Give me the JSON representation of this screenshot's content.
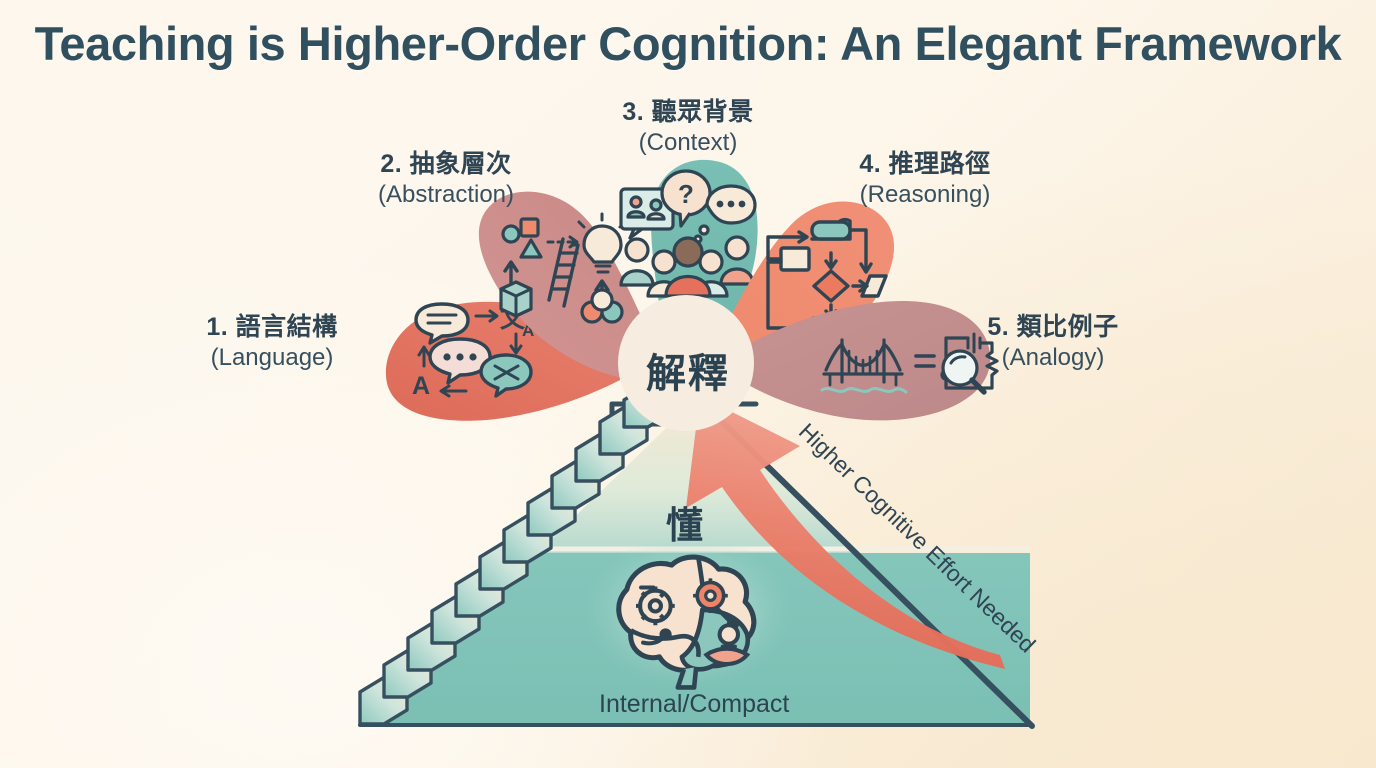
{
  "title": "Teaching is Higher-Order Cognition: An Elegant Framework",
  "center": {
    "label": "解釋"
  },
  "petals": [
    {
      "index": "1.",
      "cn": "語言結構",
      "en": "(Language)",
      "icon": "speech-bubbles-translate-icon",
      "color": "#e2705f"
    },
    {
      "index": "2.",
      "cn": "抽象層次",
      "en": "(Abstraction)",
      "icon": "shapes-ladder-lightbulb-icon",
      "color": "#cf8e8c"
    },
    {
      "index": "3.",
      "cn": "聽眾背景",
      "en": "(Context)",
      "icon": "audience-group-question-icon",
      "color": "#72b8ae"
    },
    {
      "index": "4.",
      "cn": "推理路徑",
      "en": "(Reasoning)",
      "icon": "flowchart-decision-icon",
      "color": "#ef8365"
    },
    {
      "index": "5.",
      "cn": "類比例子",
      "en": "(Analogy)",
      "icon": "bridge-equals-circuit-icon",
      "color": "#c08e8f"
    }
  ],
  "pyramid": {
    "top_word": "懂",
    "bottom_label": "Internal/Compact",
    "side_label": "Higher Cognitive Effort Needed",
    "brain_icon": "brain-gears-icon",
    "stairs_icon": "staircase-icon",
    "arrow_icon": "upward-arrow-icon",
    "steps": 12
  },
  "colors": {
    "ink": "#2f4553",
    "teal": "#7cc2b8",
    "teal_deep": "#5aa79c",
    "coral": "#e5705c",
    "cream": "#f6eadb",
    "bg_light": "#fdf8f1",
    "bg_warm": "#f7e7cd"
  }
}
